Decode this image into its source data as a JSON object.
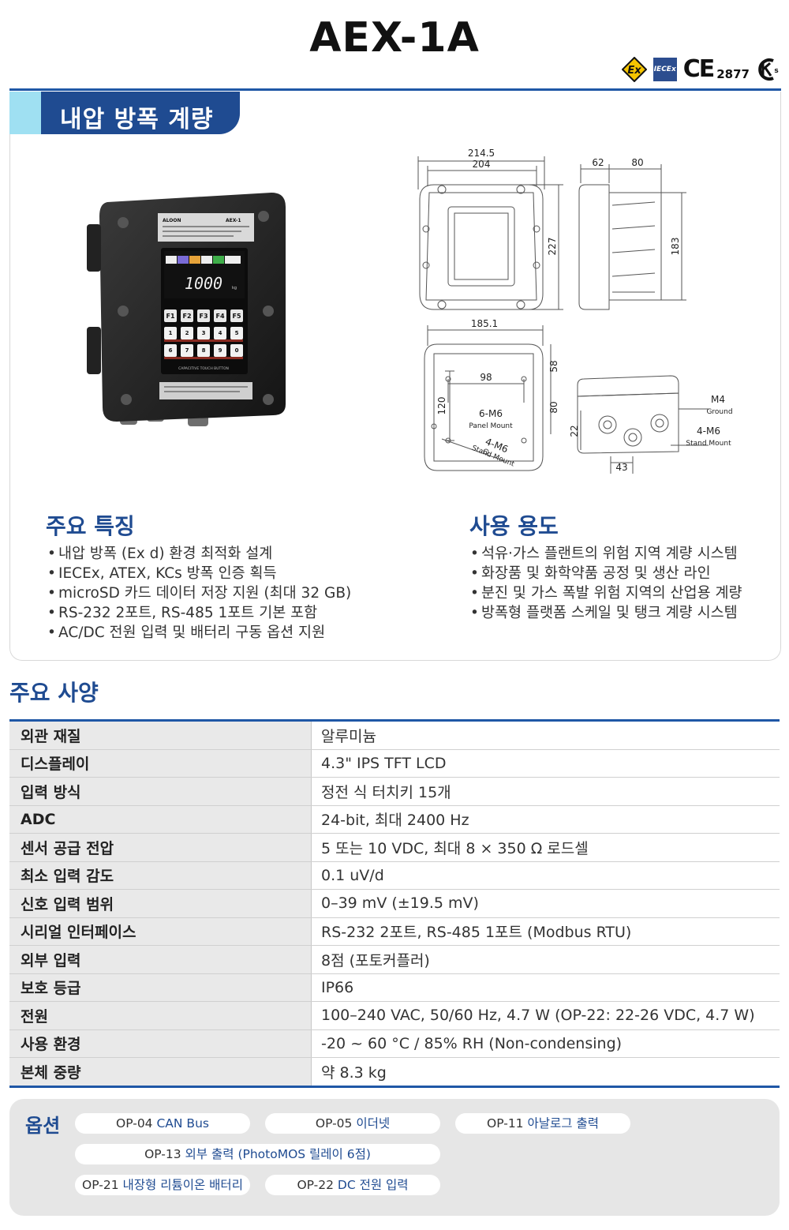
{
  "header": {
    "title": "AEX-1A",
    "cert_number": "2877"
  },
  "icons": {
    "ex": "ex-mark-icon",
    "iecex": "iecex-logo-icon",
    "ce": "ce-mark-icon",
    "kcs": "kcs-mark-icon"
  },
  "certs": {
    "iecex_label": "IECEx",
    "ce_label": "CE"
  },
  "section": {
    "title": "내압 방폭 계량"
  },
  "device": {
    "brand": "ALOON",
    "model": "AEX-1",
    "reading": "1000",
    "unit": "kg",
    "fkeys": [
      "F1",
      "F2",
      "F3",
      "F4",
      "F5"
    ],
    "numkeys": [
      "1",
      "2",
      "3",
      "4",
      "5",
      "6",
      "7",
      "8",
      "9",
      "0"
    ],
    "caption": "CAPACITIVE TOUCH BUTTON"
  },
  "drawings": {
    "front": {
      "w_outer": "214.5",
      "w_inner": "204",
      "h": "227"
    },
    "side": {
      "d1": "62",
      "d2": "80",
      "h": "183"
    },
    "back": {
      "w": "185.1",
      "inner_w": "98",
      "h1": "58",
      "h2": "80",
      "inner_h": "120",
      "panel_label": "6-M6",
      "panel_sub": "Panel Mount",
      "stand_label": "4-M6",
      "stand_sub": "Stand Mount"
    },
    "bottom": {
      "ground_label": "M4",
      "ground_sub": "Ground",
      "stand_label": "4-M6",
      "stand_sub": "Stand Mount",
      "dim_h": "22",
      "dim_w": "43"
    }
  },
  "features": {
    "title": "주요 특징",
    "items": [
      "내압 방폭 (Ex d) 환경 최적화 설계",
      "IECEx, ATEX, KCs 방폭 인증 획득",
      "microSD 카드 데이터 저장 지원 (최대 32 GB)",
      "RS-232 2포트, RS-485 1포트 기본 포함",
      "AC/DC 전원 입력 및 배터리 구동 옵션 지원"
    ]
  },
  "usage": {
    "title": "사용 용도",
    "items": [
      "석유·가스 플랜트의 위험 지역 계량 시스템",
      "화장품 및 화학약품 공정 및 생산 라인",
      "분진 및 가스 폭발 위험 지역의 산업용 계량",
      "방폭형 플랫폼 스케일 및 탱크 계량 시스템"
    ]
  },
  "specs": {
    "title": "주요 사양",
    "rows": [
      {
        "k": "외관 재질",
        "v": "알루미늄"
      },
      {
        "k": "디스플레이",
        "v": "4.3\" IPS TFT LCD"
      },
      {
        "k": "입력 방식",
        "v": "정전 식 터치키 15개"
      },
      {
        "k": "ADC",
        "v": "24-bit, 최대 2400 Hz"
      },
      {
        "k": "센서 공급 전압",
        "v": "5 또는 10 VDC, 최대 8 × 350 Ω 로드셀"
      },
      {
        "k": "최소 입력 감도",
        "v": "0.1 uV/d"
      },
      {
        "k": "신호 입력 범위",
        "v": "0–39 mV (±19.5 mV)"
      },
      {
        "k": "시리얼 인터페이스",
        "v": "RS-232 2포트, RS-485 1포트 (Modbus RTU)"
      },
      {
        "k": "외부 입력",
        "v": "8점 (포토커플러)"
      },
      {
        "k": "보호 등급",
        "v": "IP66"
      },
      {
        "k": "전원",
        "v": "100–240 VAC, 50/60 Hz, 4.7 W (OP-22: 22-26 VDC, 4.7 W)"
      },
      {
        "k": "사용 환경",
        "v": "-20 ~ 60 °C / 85% RH (Non-condensing)"
      },
      {
        "k": "본체 중량",
        "v": "약 8.3 kg"
      }
    ]
  },
  "options": {
    "title": "옵션",
    "items": [
      {
        "code": "OP-04",
        "name": "CAN Bus"
      },
      {
        "code": "OP-05",
        "name": "이더넷"
      },
      {
        "code": "OP-11",
        "name": "아날로그 출력"
      },
      {
        "code": "OP-13",
        "name": "외부 출력 (PhotoMOS 릴레이 6점)"
      },
      {
        "code": "OP-21",
        "name": "내장형 리튬이온 배터리"
      },
      {
        "code": "OP-22",
        "name": "DC 전원 입력"
      }
    ]
  }
}
